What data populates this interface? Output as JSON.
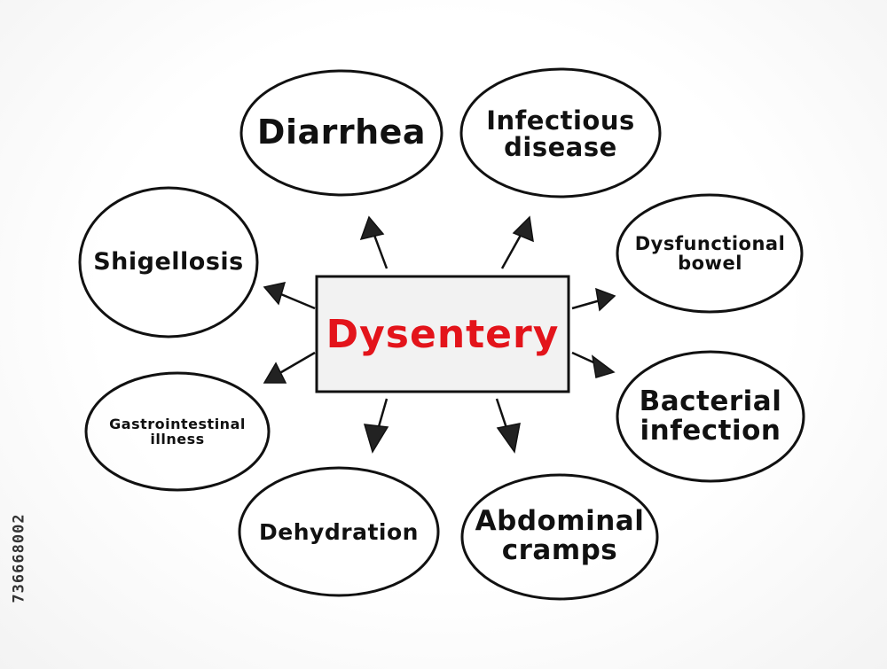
{
  "center": {
    "label": "Dysentery",
    "color": "#e3141b"
  },
  "nodes": {
    "diarrhea": {
      "lines": [
        "Diarrhea"
      ]
    },
    "infectious": {
      "lines": [
        "Infectious",
        "disease"
      ]
    },
    "dysfunctional": {
      "lines": [
        "Dysfunctional",
        "bowel"
      ]
    },
    "bacterial": {
      "lines": [
        "Bacterial",
        "infection"
      ]
    },
    "abdominal": {
      "lines": [
        "Abdominal",
        "cramps"
      ]
    },
    "dehydration": {
      "lines": [
        "Dehydration"
      ]
    },
    "gastro": {
      "lines": [
        "Gastrointestinal",
        "illness"
      ]
    },
    "shigellosis": {
      "lines": [
        "Shigellosis"
      ]
    }
  },
  "stock_id": "736668002",
  "colors": {
    "stroke": "#111111",
    "center_fill": "#f2f2f2",
    "text": "#111111"
  }
}
